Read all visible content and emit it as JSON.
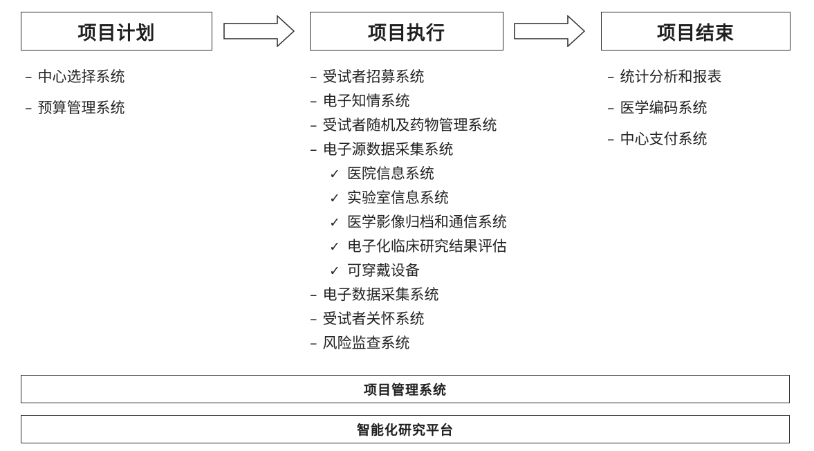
{
  "phases": {
    "plan": "项目计划",
    "execution": "项目执行",
    "closeout": "项目结束"
  },
  "plan_items": [
    "中心选择系统",
    "预算管理系统"
  ],
  "execution_items": [
    {
      "marker": "–",
      "label": "受试者招募系统"
    },
    {
      "marker": "–",
      "label": "电子知情系统"
    },
    {
      "marker": "–",
      "label": "受试者随机及药物管理系统"
    },
    {
      "marker": "–",
      "label": "电子源数据采集系统"
    },
    {
      "marker": "✓",
      "label": "医院信息系统"
    },
    {
      "marker": "✓",
      "label": "实验室信息系统"
    },
    {
      "marker": "✓",
      "label": "医学影像归档和通信系统"
    },
    {
      "marker": "✓",
      "label": "电子化临床研究结果评估"
    },
    {
      "marker": "✓",
      "label": "可穿戴设备"
    },
    {
      "marker": "–",
      "label": "电子数据采集系统"
    },
    {
      "marker": "–",
      "label": "受试者关怀系统"
    },
    {
      "marker": "–",
      "label": "风险监查系统"
    }
  ],
  "closeout_items": [
    "统计分析和报表",
    "医学编码系统",
    "中心支付系统"
  ],
  "bars": {
    "project_management": "项目管理系统",
    "platform": "智能化研究平台"
  },
  "markers": {
    "dash": "–",
    "check": "✓"
  }
}
